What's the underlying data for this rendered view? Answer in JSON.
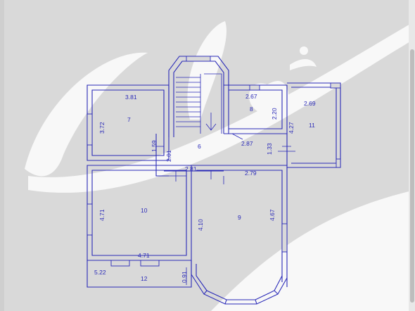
{
  "plan": {
    "rooms": [
      {
        "number": "7",
        "dims": [
          "3.81",
          "3.72"
        ]
      },
      {
        "number": "6",
        "dims": [
          "1.59",
          "2.01",
          "2.81"
        ]
      },
      {
        "number": "8",
        "dims": [
          "2.67",
          "2.20"
        ]
      },
      {
        "number": "11",
        "dims": [
          "2.69",
          "4.27"
        ]
      },
      {
        "number": "10",
        "dims": [
          "4.71",
          "4.71"
        ]
      },
      {
        "number": "9",
        "dims": [
          "2.79",
          "4.10",
          "4.67"
        ]
      },
      {
        "number": "12",
        "dims": [
          "5.22",
          "0.91"
        ]
      }
    ],
    "extra_dims": [
      "2.87",
      "1.33"
    ]
  },
  "colors": {
    "background": "#d9d9d9",
    "walls": "#2a2ab8",
    "watermark": "#ffffff"
  }
}
